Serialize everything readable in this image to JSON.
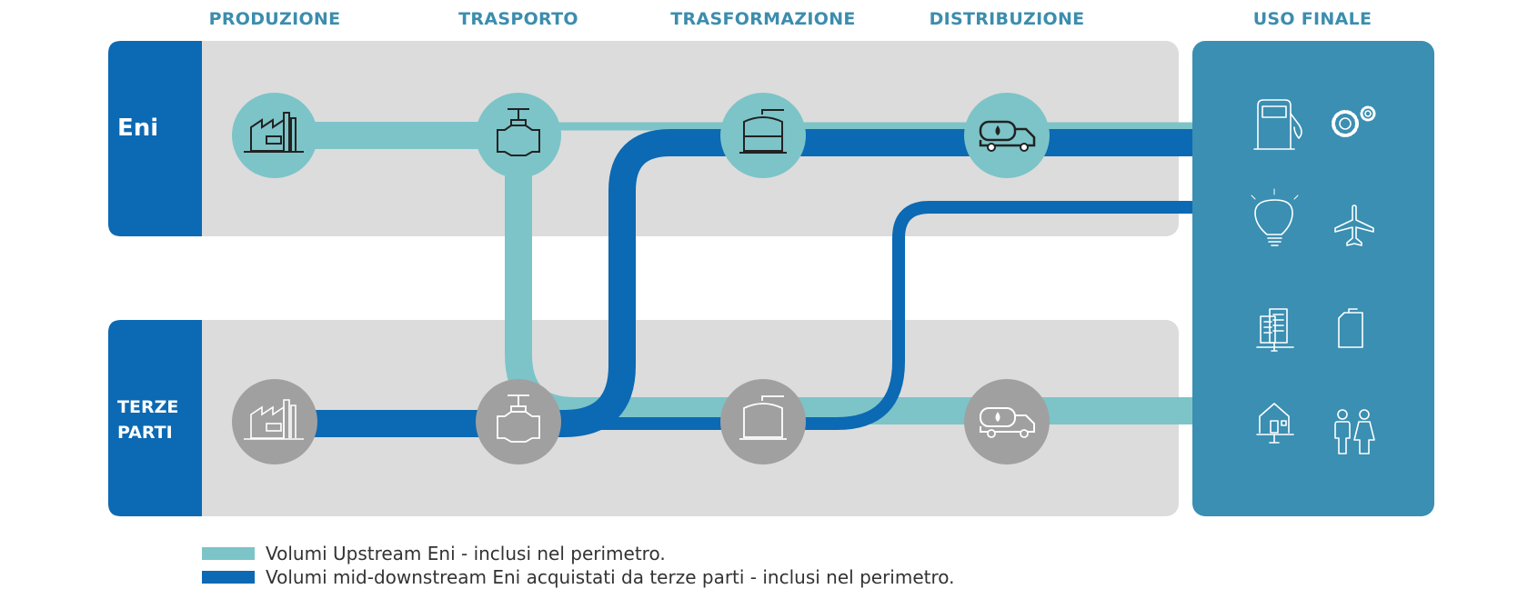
{
  "stages": [
    "PRODUZIONE",
    "TRASPORTO",
    "TRASFORMAZIONE",
    "DISTRIBUZIONE",
    "USO FINALE"
  ],
  "rows": {
    "eni": "Eni",
    "terze_line1": "TERZE",
    "terze_line2": "PARTI"
  },
  "legend": [
    {
      "label": "Volumi Upstream Eni - inclusi nel perimetro.",
      "color": "#7cc4c8"
    },
    {
      "label": "Volumi mid-downstream Eni acquistati da terze parti - inclusi nel perimetro.",
      "color": "#0c69b3"
    }
  ],
  "colors": {
    "upstream": "#7cc4c8",
    "downstream": "#0c69b3",
    "row_bg": "#dcdcdc",
    "side_tab": "#0c69b3",
    "final_use_panel": "#3a8fb2",
    "third_party_node": "#a0a0a0",
    "stage_text": "#3c8dae"
  },
  "nodes": {
    "eni": [
      "factory-icon",
      "valve-icon",
      "storage-tank-icon",
      "tanker-truck-icon"
    ],
    "terze_parti": [
      "factory-icon",
      "valve-icon",
      "storage-tank-icon",
      "tanker-truck-icon"
    ]
  },
  "final_use_icons": [
    "fuel-pump-icon",
    "gears-icon",
    "light-bulb-icon",
    "airplane-icon",
    "office-building-icon",
    "fuel-can-icon",
    "house-icon",
    "people-icon"
  ]
}
